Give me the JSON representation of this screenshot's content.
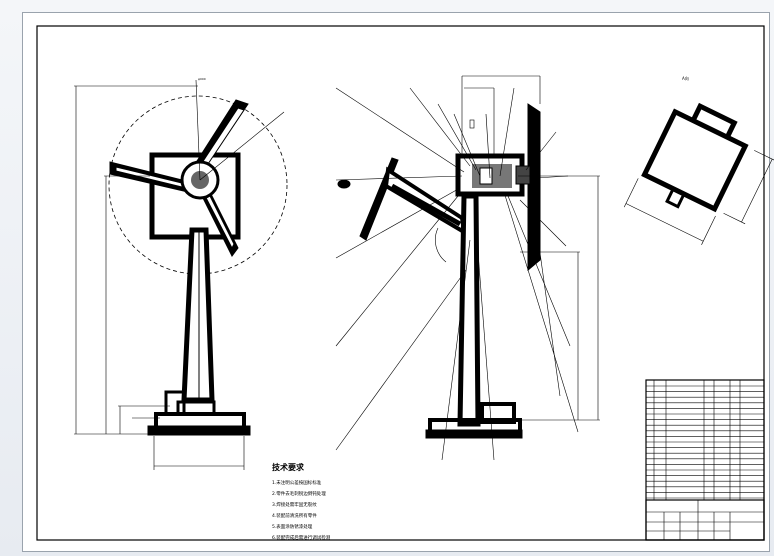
{
  "drawing": {
    "tech_title": "技术要求",
    "tech_requirements": [
      "1.未注明公差按国标标准",
      "2.零件去毛刺锐边倒钝处理",
      "3.焊接处需牢固无裂纹",
      "4.装配前清洗所有零件",
      "5.表面涂防锈漆处理",
      "6.装配完成后需进行调试检测"
    ]
  },
  "colors": {
    "line": "#000000",
    "sheet": "#ffffff",
    "viewer": "#eef1f6"
  },
  "icons": {
    "sheet": "drawing-sheet"
  }
}
